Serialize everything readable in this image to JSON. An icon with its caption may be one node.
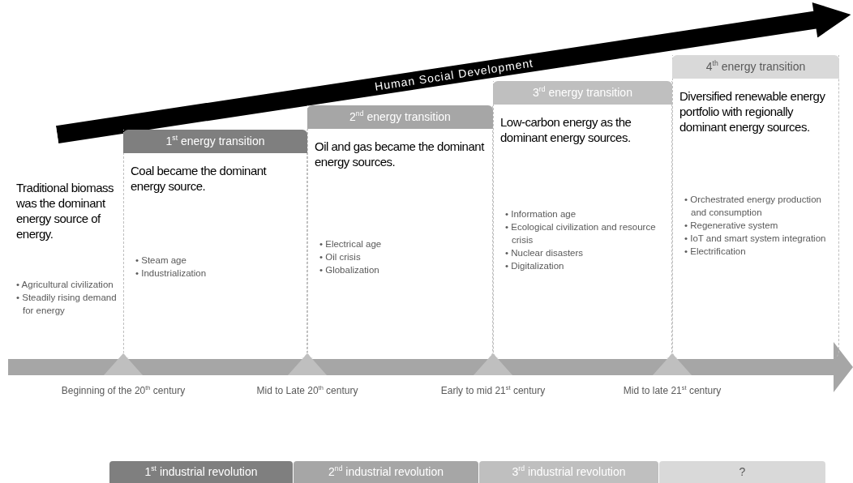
{
  "diagram": {
    "nodes": [
      {
        "text": [
          "Human Social Development"
        ]
      },
      {
        "text": [
          "1$^{st}$ energy transition",
          "Coal became the dominant energy source.",
          "• Steam age",
          "• Industrialization"
        ]
      },
      {
        "text": [
          "2$^{nd}$ energy transition",
          "Oil and gas became the dominant energy sources.",
          "• Electrical age",
          "• Oil crisis",
          "• Globalization"
        ]
      },
      {
        "text": [
          "3$^{rd}$ energy transition",
          "Low-carbon energy as the dominant energy sources.",
          "• Information age",
          "• Ecological civilization and resource crisis",
          "• Nuclear disasters",
          "• Digitalization"
        ]
      },
      {
        "text": [
          "4$^{th}$ energy transition",
          "Diversified renewable energy portfolio with regionally dominant energy sources.",
          "• Orchestrated energy production and consumption",
          "• Regenerative system",
          "• IoT and smart system integration",
          "• Electrification"
        ]
      },
      {
        "text": [
          "1$^{st}$ industrial revolution"
        ]
      },
      {
        "text": [
          "2$^{nd}$ industrial revolution"
        ]
      },
      {
        "text": [
          "3$^{rd}$ industrial revolution"
        ]
      },
      {
        "text": [
          "?"
        ]
      }
    ],
    "edges": [],
    "labels": [
      "Traditional biomass was the dominant energy source of energy.",
      "• Agricultural civilization",
      "• Steadily rising demand for energy",
      "Beginning of the 20$^{th}$ century",
      "Mid to Late 20$^{th}$ century",
      "Early to mid 21$^{st}$ century",
      "Mid to late 21$^{st}$ century"
    ]
  }
}
